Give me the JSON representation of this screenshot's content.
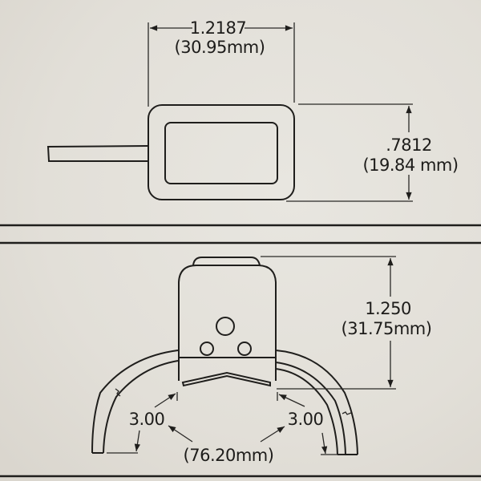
{
  "top_view": {
    "width_dim": {
      "inches": "1.2187",
      "mm": "(30.95mm)"
    },
    "height_dim": {
      "inches": ".7812",
      "mm": "(19.84 mm)"
    }
  },
  "bottom_view": {
    "height_dim": {
      "inches": "1.250",
      "mm": "(31.75mm)"
    },
    "radius_left": "3.00",
    "radius_right": "3.00",
    "radius_mm": "(76.20mm)"
  },
  "colors": {
    "paper": "#e4e1da",
    "ink": "#1f1e1c"
  }
}
